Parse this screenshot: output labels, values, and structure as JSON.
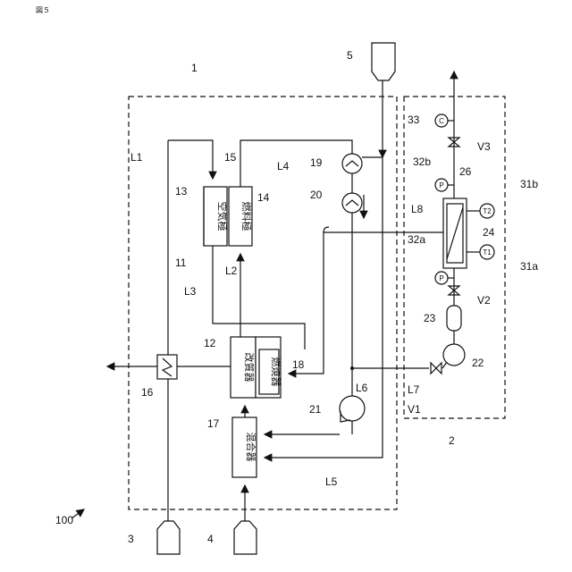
{
  "figure_title": "図５",
  "components": {
    "air_electrode": "空気極",
    "fuel_electrode": "燃料極",
    "reformer": "改質器",
    "combustor": "燃焼器",
    "mixer": "混合器",
    "pressure_sensor": "P",
    "temp_sensor_1": "T1",
    "temp_sensor_2": "T2",
    "gas_sensor": "C"
  },
  "refs": {
    "r1": "1",
    "r2": "2",
    "r3": "3",
    "r4": "4",
    "r5": "5",
    "r11": "11",
    "r12": "12",
    "r13": "13",
    "r14": "14",
    "r15": "15",
    "r16": "16",
    "r17": "17",
    "r18": "18",
    "r19": "19",
    "r20": "20",
    "r21": "21",
    "r22": "22",
    "r23": "23",
    "r24": "24",
    "r26": "26",
    "r31a": "31a",
    "r31b": "31b",
    "r32a": "32a",
    "r32b": "32b",
    "r33": "33",
    "r100": "100"
  },
  "lines": {
    "L1": "L1",
    "L2": "L2",
    "L3": "L3",
    "L4": "L4",
    "L5": "L5",
    "L6": "L6",
    "L7": "L7",
    "L8": "L8"
  },
  "valves": {
    "V1": "V1",
    "V2": "V2",
    "V3": "V3"
  }
}
